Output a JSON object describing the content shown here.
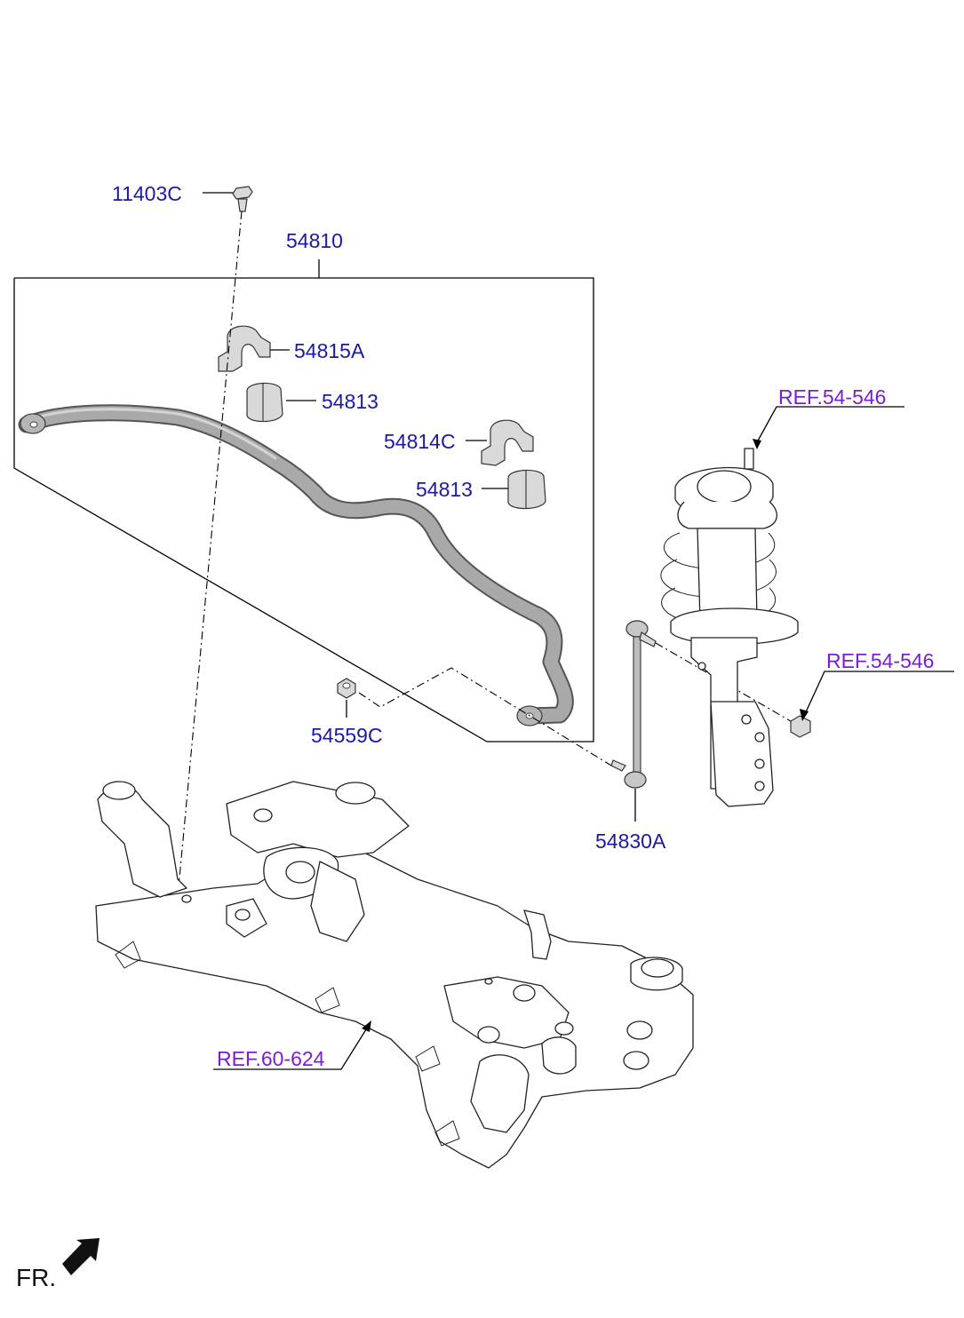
{
  "parts": {
    "bolt": "11403C",
    "stabilizer_assy": "54810",
    "bracket_left": "54815A",
    "bushing_left": "54813",
    "bracket_right": "54814C",
    "bushing_right": "54813",
    "nut": "54559C",
    "link": "54830A"
  },
  "refs": {
    "strut_top": "REF.54-546",
    "strut_nut": "REF.54-546",
    "crossmember": "REF.60-624"
  },
  "orientation_label": "FR."
}
